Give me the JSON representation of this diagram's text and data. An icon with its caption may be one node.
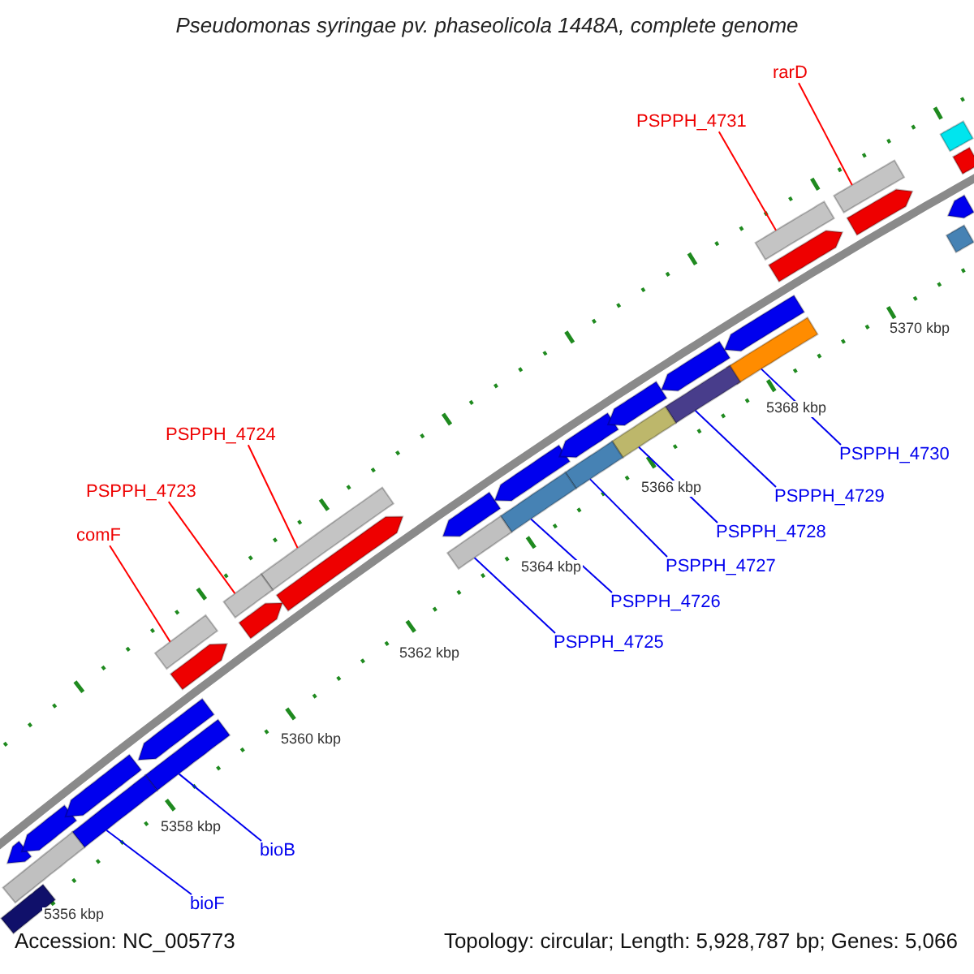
{
  "diagram": {
    "title": "Pseudomonas syringae pv. phaseolicola 1448A, complete genome",
    "nodes": [
      {
        "text": [
          "rarD"
        ]
      },
      {
        "text": [
          "PSPPH_4731"
        ]
      },
      {
        "text": [
          "PSPPH_4724"
        ]
      },
      {
        "text": [
          "PSPPH_4723"
        ]
      },
      {
        "text": [
          "comF"
        ]
      },
      {
        "text": [
          "PSPPH_4730"
        ]
      },
      {
        "text": [
          "PSPPH_4729"
        ]
      },
      {
        "text": [
          "PSPPH_4728"
        ]
      },
      {
        "text": [
          "PSPPH_4727"
        ]
      },
      {
        "text": [
          "PSPPH_4726"
        ]
      },
      {
        "text": [
          "PSPPH_4725"
        ]
      },
      {
        "text": [
          "bioB"
        ]
      },
      {
        "text": [
          "bioF"
        ]
      },
      {
        "text": [],
        "shape": "bar"
      },
      {
        "text": [],
        "shape": "bar"
      },
      {
        "text": [],
        "shape": "bar"
      },
      {
        "text": [],
        "shape": "bar"
      },
      {
        "text": [],
        "shape": "bar"
      },
      {
        "text": [],
        "shape": "bar"
      },
      {
        "text": [],
        "shape": "bar"
      },
      {
        "text": [],
        "shape": "bar"
      },
      {
        "text": [],
        "shape": "bar"
      },
      {
        "text": [],
        "shape": "bar"
      },
      {
        "text": [],
        "shape": "bar"
      },
      {
        "text": [],
        "shape": "bar"
      },
      {
        "text": [],
        "shape": "bar"
      },
      {
        "text": [],
        "shape": "bar"
      },
      {
        "text": [],
        "shape": "bar"
      },
      {
        "text": [],
        "shape": "bar"
      },
      {
        "text": [],
        "shape": "bar"
      },
      {
        "text": [],
        "shape": "bar"
      },
      {
        "text": [],
        "shape": "bar"
      },
      {
        "text": [],
        "shape": "bar"
      },
      {
        "text": [],
        "shape": "bar"
      },
      {
        "text": [],
        "shape": "bar"
      },
      {
        "text": [],
        "shape": "bar"
      },
      {
        "text": [],
        "shape": "bar"
      },
      {
        "text": [],
        "shape": "bar"
      },
      {
        "text": [],
        "shape": "bar"
      },
      {
        "text": [],
        "shape": "bar"
      },
      {
        "text": [],
        "shape": "bar"
      },
      {
        "text": [],
        "shape": "bar"
      },
      {
        "text": [],
        "shape": "bar"
      },
      {
        "text": [],
        "shape": "bar"
      },
      {
        "text": [],
        "shape": "bar"
      },
      {
        "text": [],
        "shape": "bar"
      },
      {
        "text": [],
        "shape": "bar"
      }
    ],
    "edges": [
      {
        "from": 0,
        "to": 13,
        "arrow": "none",
        "color": "#ff0000"
      },
      {
        "from": 1,
        "to": 14,
        "arrow": "none",
        "color": "#ff0000"
      },
      {
        "from": 2,
        "to": 15,
        "arrow": "none",
        "color": "#ff0000"
      },
      {
        "from": 3,
        "to": 16,
        "arrow": "none",
        "color": "#ff0000"
      },
      {
        "from": 4,
        "to": 17,
        "arrow": "none",
        "color": "#ff0000"
      },
      {
        "from": 5,
        "to": 18,
        "arrow": "none"
      },
      {
        "from": 6,
        "to": 19,
        "arrow": "none"
      },
      {
        "from": 7,
        "to": 20,
        "arrow": "none"
      },
      {
        "from": 8,
        "to": 21,
        "arrow": "none"
      },
      {
        "from": 9,
        "to": 22,
        "arrow": "none"
      },
      {
        "from": 10,
        "to": 23,
        "arrow": "none"
      },
      {
        "from": 11,
        "to": 24,
        "arrow": "none"
      },
      {
        "from": 12,
        "to": 25,
        "arrow": "none"
      }
    ],
    "labels": [
      "5370 kbp",
      "5368 kbp",
      "5366 kbp",
      "5364 kbp",
      "5362 kbp",
      "5360 kbp",
      "5358 kbp",
      "5356 kbp",
      "Accession: NC_005773",
      "Topology: circular; Length: 5,928,787 bp; Genes: 5,066"
    ]
  }
}
